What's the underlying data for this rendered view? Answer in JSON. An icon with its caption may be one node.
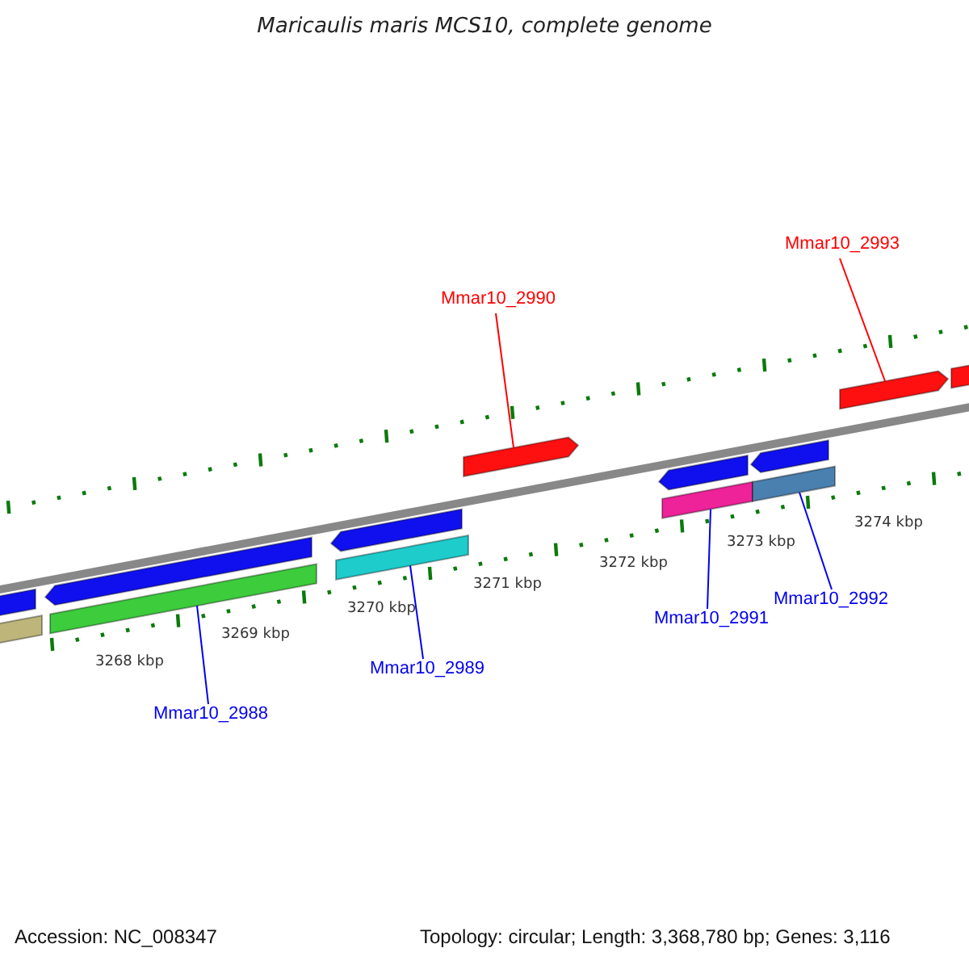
{
  "diagram": {
    "title": "Maricaulis maris MCS10, complete genome",
    "nodes": [
      {
        "text": [],
        "shape": "bar"
      },
      {
        "text": [],
        "shape": "bar"
      },
      {
        "text": [],
        "shape": "arrow"
      },
      {
        "text": [],
        "shape": "bar"
      },
      {
        "text": [],
        "shape": "arrow"
      },
      {
        "text": [],
        "shape": "bar"
      },
      {
        "text": [],
        "shape": "arrow"
      },
      {
        "text": [],
        "shape": "arrow"
      },
      {
        "text": [],
        "shape": "bar"
      },
      {
        "text": [],
        "shape": "arrow"
      },
      {
        "text": [],
        "shape": "bar"
      },
      {
        "text": [],
        "shape": "arrow"
      },
      {
        "text": [],
        "shape": "bar"
      },
      {
        "text": [
          "Mmar10_2988"
        ]
      },
      {
        "text": [
          "Mmar10_2989"
        ]
      },
      {
        "text": [
          "Mmar10_2990"
        ]
      },
      {
        "text": [
          "Mmar10_2991"
        ]
      },
      {
        "text": [
          "Mmar10_2992"
        ]
      },
      {
        "text": [
          "Mmar10_2993"
        ]
      }
    ],
    "edges": [
      {
        "from": 13,
        "to": 3,
        "arrow": "none"
      },
      {
        "from": 14,
        "to": 5,
        "arrow": "none"
      },
      {
        "from": 15,
        "to": 6,
        "arrow": "none",
        "color": "#ff0000"
      },
      {
        "from": 16,
        "to": 8,
        "arrow": "none"
      },
      {
        "from": 17,
        "to": 10,
        "arrow": "none"
      },
      {
        "from": 18,
        "to": 11,
        "arrow": "none",
        "color": "#ff0000"
      }
    ],
    "labels": [
      "3268 kbp",
      "3269 kbp",
      "3270 kbp",
      "3271 kbp",
      "3272 kbp",
      "3273 kbp",
      "3274 kbp",
      "Accession: NC_008347",
      "Topology: circular; Length: 3,368,780 bp; Genes: 3,116"
    ]
  }
}
